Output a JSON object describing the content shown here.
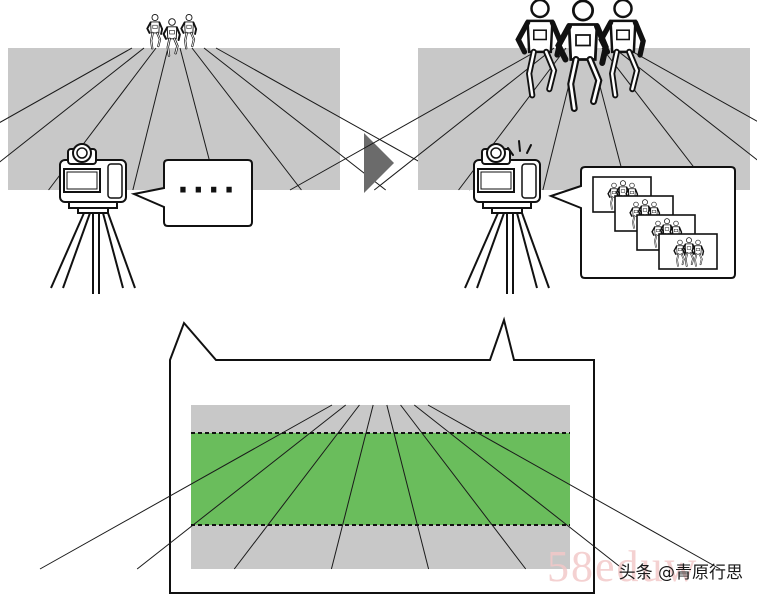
{
  "left_panel": {
    "speech_bubble": {
      "text": "····"
    }
  },
  "transition": {
    "icon": "play-arrow-icon"
  },
  "right_panel": {
    "indicator": "shutter-spark-icon",
    "sequence_frame_count": 4
  },
  "detail_panel": {
    "highlight_color": "#6abd5c",
    "border_style": "dashed"
  },
  "colors": {
    "track_gray": "#c8c8c8",
    "line": "#1a1a1a",
    "highlight": "#6abd5c",
    "arrow": "#6b6b6b"
  },
  "watermark": {
    "brand": "58eduw",
    "author": "头条 @青原行思"
  }
}
